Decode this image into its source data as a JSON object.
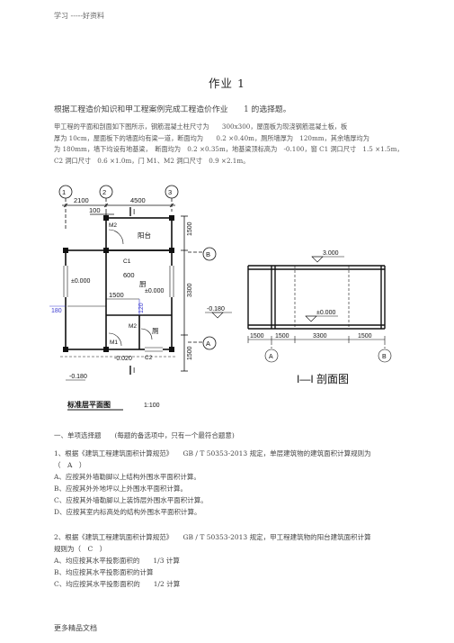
{
  "header": "学习 -----好资料",
  "footer": "更多精品文档",
  "title": "作业 1",
  "intro": "根据工程造价知识和甲工程案例完成工程造价作业　　1 的选择题。",
  "description": [
    "甲工程的平面和剖面如下图所示，钢筋混凝土柱尺寸为　　300x300，屋面板为现浇钢筋混凝土板，板",
    "厚为 10cm，屋面板下的墙面均有梁一道，断面均为　　0.2 ×0.40m，厕所墙厚为　120mm，其余墙厚均为",
    "为 180mm，墙下均设有地基梁，　断面均为　0.2 ×0.35m，地基梁顶标高为　-0.100，窗 C1 洞口尺寸　1.5 ×1.5m，",
    "C2 洞口尺寸　0.6 ×1.0m，门 M1、M2 洞口尺寸　0.9 ×2.1m。"
  ],
  "plan": {
    "axes": [
      "1",
      "2",
      "3",
      "A",
      "B"
    ],
    "dims_top": [
      "2100",
      "4500"
    ],
    "dim_100": "100",
    "dim_600": "600",
    "dims_right": [
      "1500",
      "3300",
      "1500"
    ],
    "room_balcony": "阳台",
    "room_kitchen": "厨",
    "room_toilet": "厕",
    "labels": {
      "m2_top": "M2",
      "c1": "C1",
      "m2_bottom": "M2",
      "m1": "M1",
      "c2": "C2"
    },
    "dim_1500": "1500",
    "elev_left": "±0.000",
    "elev_right": "±0.000",
    "elev_bottom": "-0.020",
    "elev_outside": "-0.180",
    "dim_180": "180",
    "dim_120": "120",
    "section_mark": "I",
    "plan_title": "标准层平面图",
    "scale": "1:100"
  },
  "section": {
    "elev_roof": "3.000",
    "elev_floor": "±0.000",
    "elev_ground": "-0.180",
    "dims": [
      "1500",
      "1500",
      "3300",
      "1500"
    ],
    "axes": [
      "A",
      "B"
    ],
    "title": "I—I 剖面图"
  },
  "questions": {
    "section_heading": "一、单项选择题　　(每题的备选项中，只有一个最符合题意)",
    "q1": {
      "stem": "1、根据《建筑工程建筑面积计算规范》　　GB / T 50353-2013 规定，单层建筑物的建筑面积计算规则为",
      "answer": "（　A　）",
      "options": [
        "A、应按其外墙勒脚以上结构外围水平面积计算。",
        "B、应按其外外地坪以上外围水平面积计算。",
        "C、应按其外墙勒脚以上装饰层外围水平面积计算。",
        "D、应按其室内标高处的结构外围水平面积计算。"
      ]
    },
    "q2": {
      "stem": "2、根据《建筑工程建筑面积计算规范》　　GB / T 50353-2013 规定，甲工程建筑物的阳台建筑面积计算",
      "stem2": "规则为（　C　）",
      "options": [
        "A、均应按其水平投影面积的　　1/3 计算",
        "B、均应按其水平投影面积的计算",
        "C、均应按其水平投影面积的　　1/2 计算"
      ]
    }
  }
}
